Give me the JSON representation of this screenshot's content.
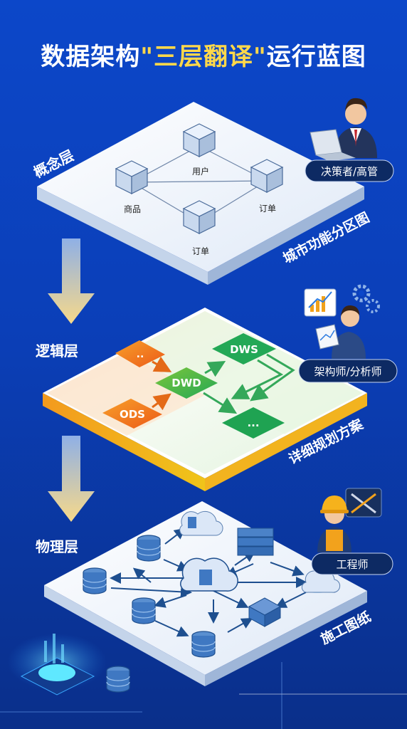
{
  "title": {
    "part1": "数据架构",
    "highlight": "\"三层翻译\"",
    "part2": "运行蓝图"
  },
  "colors": {
    "background": "#0c47c9",
    "highlight": "#ffd84a",
    "green": "#22b35a",
    "orange": "#f07a1a"
  },
  "layers": {
    "conceptual": {
      "name": "概念层",
      "subtitle": "城市功能分区图",
      "role": "决策者/高管",
      "entities": [
        "用户",
        "商品",
        "订单",
        "订单"
      ]
    },
    "logical": {
      "name": "逻辑层",
      "subtitle": "详细规划方案",
      "role": "架构师/分析师",
      "boxes": [
        "..",
        "ODS",
        "DWD",
        "DWS",
        "..."
      ]
    },
    "physical": {
      "name": "物理层",
      "subtitle": "施工图纸",
      "role": "工程师"
    }
  },
  "icons": [
    "person-laptop-icon",
    "analyst-tablet-icon",
    "gear-icon",
    "chart-icon",
    "engineer-icon",
    "wrench-icon",
    "database-icon",
    "server-icon",
    "cloud-icon"
  ]
}
